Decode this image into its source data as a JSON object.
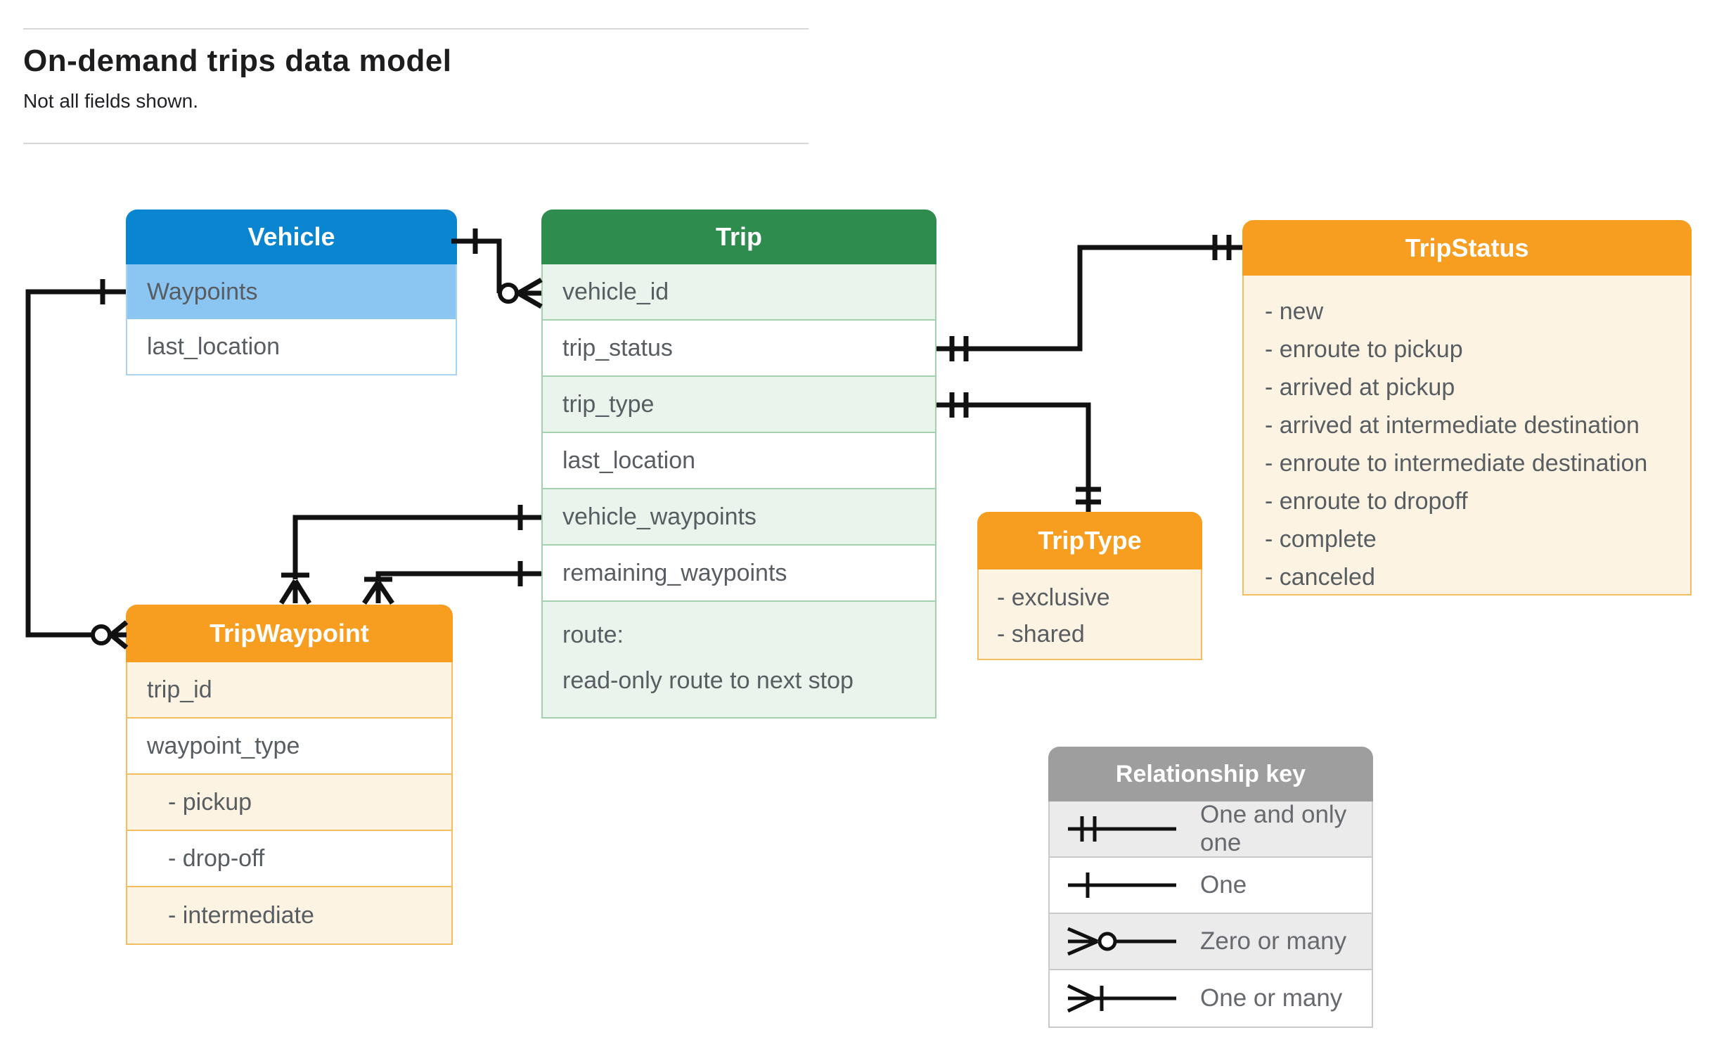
{
  "header": {
    "title": "On-demand trips data model",
    "subtitle": "Not all fields shown."
  },
  "tables": {
    "vehicle": {
      "title": "Vehicle",
      "rows": [
        "Waypoints",
        "last_location"
      ]
    },
    "trip": {
      "title": "Trip",
      "rows": [
        "vehicle_id",
        "trip_status",
        "trip_type",
        "last_location",
        "vehicle_waypoints",
        "remaining_waypoints"
      ],
      "route_label": "route:",
      "route_desc": "read-only route to next stop"
    },
    "tripStatus": {
      "title": "TripStatus",
      "items": [
        "- new",
        "- enroute to pickup",
        "- arrived at pickup",
        "- arrived at intermediate destination",
        "- enroute to intermediate destination",
        "- enroute to dropoff",
        "- complete",
        "- canceled"
      ]
    },
    "tripType": {
      "title": "TripType",
      "items": [
        "- exclusive",
        "- shared"
      ]
    },
    "tripWaypoint": {
      "title": "TripWaypoint",
      "rows": [
        "trip_id",
        "waypoint_type",
        "- pickup",
        "- drop-off",
        "- intermediate"
      ]
    }
  },
  "legend": {
    "title": "Relationship key",
    "rows": [
      {
        "symbol": "one-and-only-one",
        "label": "One and only one"
      },
      {
        "symbol": "one",
        "label": "One"
      },
      {
        "symbol": "zero-or-many",
        "label": "Zero or many"
      },
      {
        "symbol": "one-or-many",
        "label": "One or many"
      }
    ]
  },
  "colors": {
    "vehicle_header": "#0a85d0",
    "vehicle_highlight_row": "#8bc5f2",
    "trip_header": "#2e8c4f",
    "trip_highlight_row": "#e9f4ec",
    "enum_header": "#f79d20",
    "enum_body": "#fdf3e3",
    "legend_header": "#9e9e9e",
    "legend_highlight_row": "#ebebeb",
    "connector": "#111111",
    "field_text": "#585d62"
  }
}
